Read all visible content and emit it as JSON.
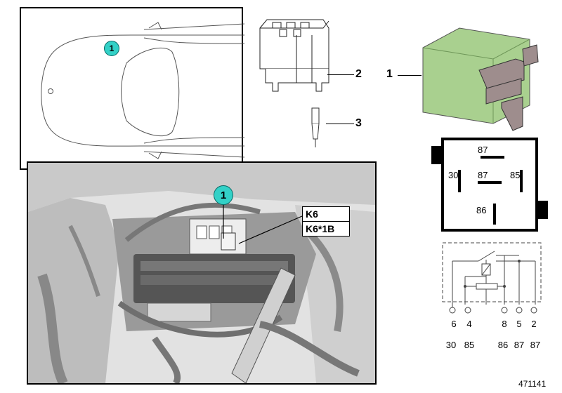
{
  "callouts": {
    "relay": "1",
    "relay_holder": "2",
    "contact_pin": "3",
    "car_marker": "1",
    "photo_marker": "1"
  },
  "photo_labels": {
    "k6": "K6",
    "k6_1b": "K6*1B"
  },
  "relay_face_pins": {
    "top": "87",
    "left": "30",
    "center": "87",
    "right": "85",
    "bottom": "86"
  },
  "schematic_pins": [
    "6",
    "4",
    "8",
    "5",
    "2"
  ],
  "schematic_terminals": [
    "30",
    "85",
    "86",
    "87",
    "87"
  ],
  "diagram_number": "471141",
  "colors": {
    "callout_marker": "#33d1c7",
    "relay_body": "#a9d08f",
    "relay_face_border": "#000000"
  }
}
